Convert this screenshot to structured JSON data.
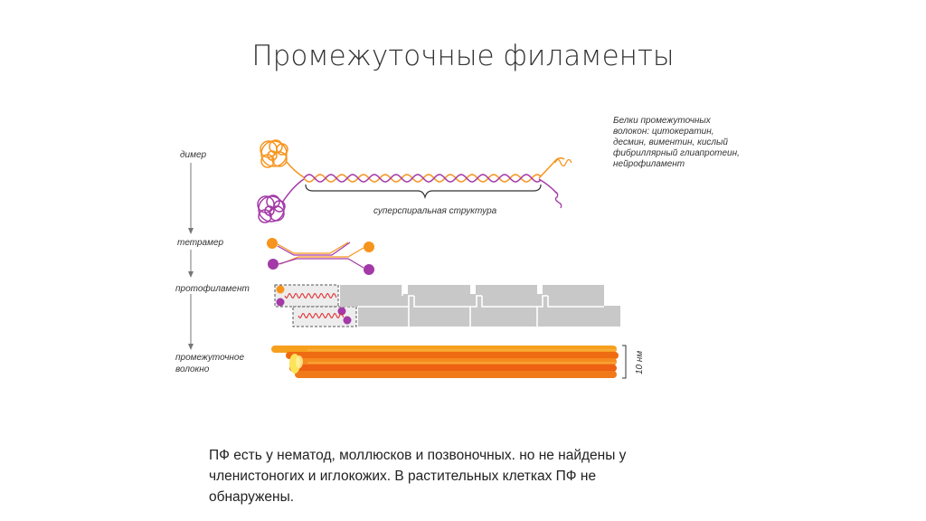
{
  "slide": {
    "title": "Промежуточные филаменты",
    "note": "ПФ есть у нематод, моллюсков и позвоночных. но не найдены у членистоногих и иглокожих. В растительных клетках ПФ не обнаружены."
  },
  "diagram": {
    "stages": [
      "димер",
      "тетрамер",
      "протофиламент"
    ],
    "stage_fiber_line1": "промежуточное",
    "stage_fiber_line2": "волокно",
    "supercoil_label": "суперспиральная структура",
    "diameter_label": "10 нм",
    "proteins_text": "Белки промежуточных волокон: цитокератин, десмин, виментин, кислый фибриллярный глиапротеин, нейрофиламент",
    "colors": {
      "orange": "#f7941d",
      "purple": "#a33aa8",
      "gray": "#c8c8c8",
      "fiber": "#ef6b12",
      "yellow": "#fbe35a"
    }
  }
}
